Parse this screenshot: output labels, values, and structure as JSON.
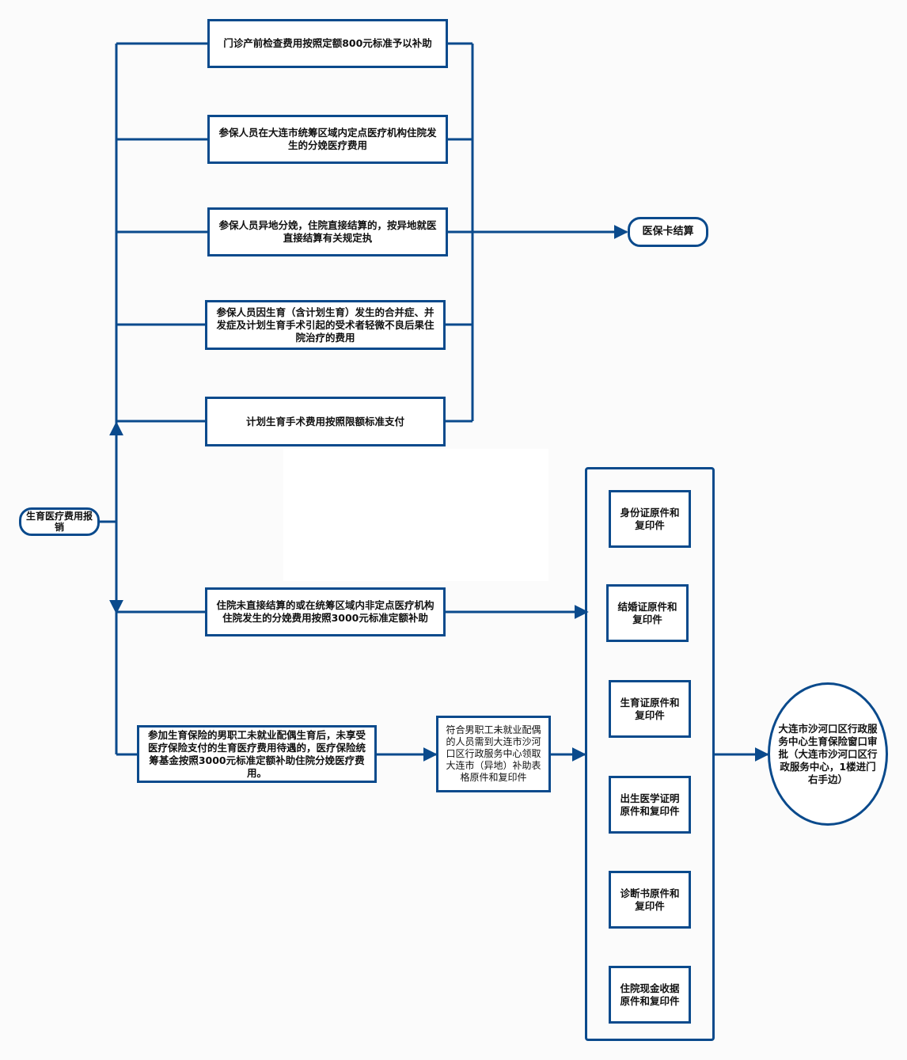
{
  "start": "生育医疗费用报销",
  "upper_items": [
    "门诊产前检查费用按照定额800元标准予以补助",
    "参保人员在大连市统筹区域内定点医疗机构住院发生的分娩医疗费用",
    "参保人员异地分娩，住院直接结算的，按异地就医直接结算有关规定执",
    "参保人员因生育（含计划生育）发生的合并症、并发症及计划生育手术引起的受术者轻微不良后果住院治疗的费用",
    "计划生育手术费用按照限额标准支付"
  ],
  "settle_card": "医保卡结算",
  "lower_items": [
    "住院未直接结算的或在统筹区域内非定点医疗机构住院发生的分娩费用按照3000元标准定额补助",
    "参加生育保险的男职工未就业配偶生育后，未享受医疗保险支付的生育医疗费用待遇的，医疗保险统筹基金按照3000元标准定额补助住院分娩医疗费用。"
  ],
  "spouse_step": "符合男职工未就业配偶的人员需到大连市沙河口区行政服务中心领取大连市（异地）补助表格原件和复印件",
  "documents": [
    "身份证原件和复印件",
    "结婚证原件和复印件",
    "生育证原件和复印件",
    "出生医学证明原件和复印件",
    "诊断书原件和复印件",
    "住院现金收据原件和复印件"
  ],
  "approval": "大连市沙河口区行政服务中心生育保险窗口审批（大连市沙河口区行政服务中心，1楼进门右手边）",
  "colors": {
    "line": "#0a4a8c",
    "box_border": "#0a4a8c"
  }
}
